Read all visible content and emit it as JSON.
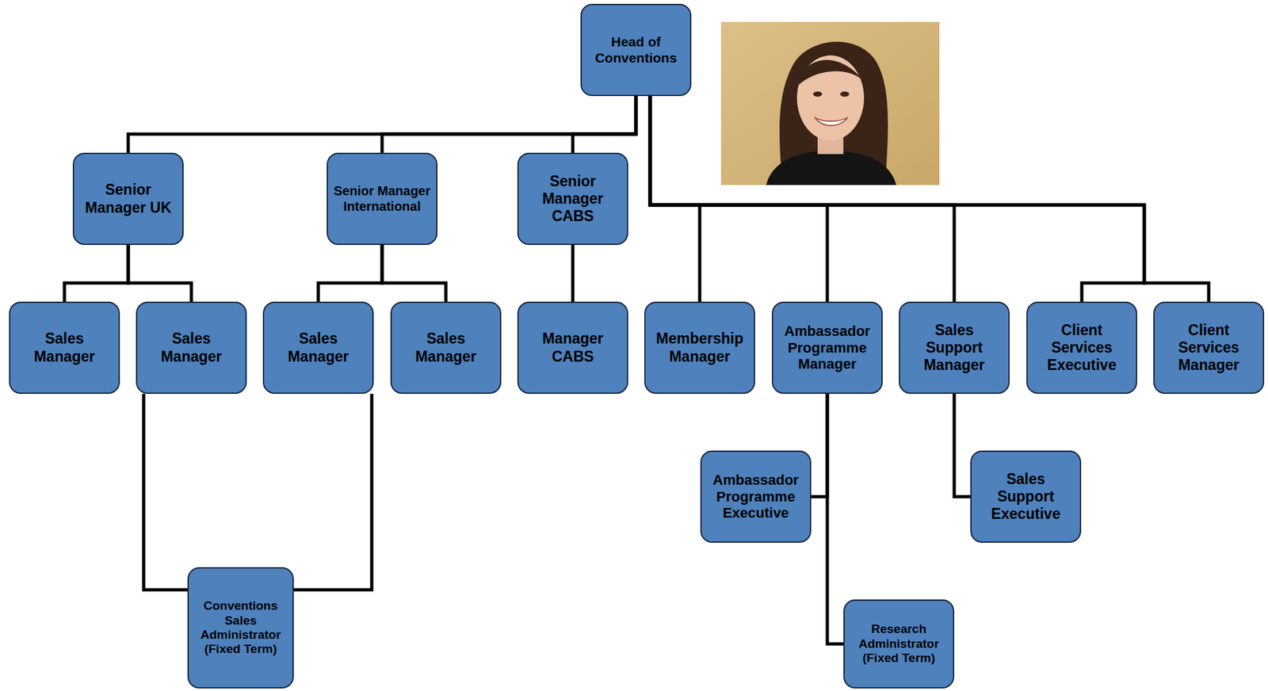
{
  "diagram": {
    "nodes": [
      {
        "text": [
          "Head of Conventions"
        ]
      },
      {
        "text": [
          "Senior Manager UK"
        ]
      },
      {
        "text": [
          "Senior Manager International"
        ]
      },
      {
        "text": [
          "Senior Manager CABS"
        ]
      },
      {
        "text": [
          "Sales Manager"
        ]
      },
      {
        "text": [
          "Sales Manager"
        ]
      },
      {
        "text": [
          "Sales Manager"
        ]
      },
      {
        "text": [
          "Sales Manager"
        ]
      },
      {
        "text": [
          "Manager CABS"
        ]
      },
      {
        "text": [
          "Membership Manager"
        ]
      },
      {
        "text": [
          "Ambassador Programme Manager"
        ]
      },
      {
        "text": [
          "Sales Support Manager"
        ]
      },
      {
        "text": [
          "Client Services Executive"
        ]
      },
      {
        "text": [
          "Client Services Manager"
        ]
      },
      {
        "text": [
          "Ambassador Programme Executive"
        ]
      },
      {
        "text": [
          "Sales Support Executive"
        ]
      },
      {
        "text": [
          "Conventions Sales Administrator (Fixed Term)"
        ]
      },
      {
        "text": [
          "Research Administrator (Fixed Term)"
        ]
      }
    ],
    "edges": [
      {
        "from": 0,
        "to": 1,
        "arrow": "none"
      },
      {
        "from": 0,
        "to": 2,
        "arrow": "none"
      },
      {
        "from": 0,
        "to": 3,
        "arrow": "none"
      },
      {
        "from": 0,
        "to": 9,
        "arrow": "none"
      },
      {
        "from": 0,
        "to": 10,
        "arrow": "none"
      },
      {
        "from": 0,
        "to": 11,
        "arrow": "none"
      },
      {
        "from": 0,
        "to": 12,
        "arrow": "none"
      },
      {
        "from": 0,
        "to": 13,
        "arrow": "none"
      },
      {
        "from": 1,
        "to": 4,
        "arrow": "none"
      },
      {
        "from": 1,
        "to": 5,
        "arrow": "none"
      },
      {
        "from": 2,
        "to": 6,
        "arrow": "none"
      },
      {
        "from": 2,
        "to": 7,
        "arrow": "none"
      },
      {
        "from": 3,
        "to": 8,
        "arrow": "none"
      },
      {
        "from": 10,
        "to": 14,
        "arrow": "none"
      },
      {
        "from": 10,
        "to": 17,
        "arrow": "none"
      },
      {
        "from": 11,
        "to": 15,
        "arrow": "none"
      },
      {
        "from": 5,
        "to": 16,
        "arrow": "none"
      },
      {
        "from": 6,
        "to": 16,
        "arrow": "none"
      }
    ]
  }
}
